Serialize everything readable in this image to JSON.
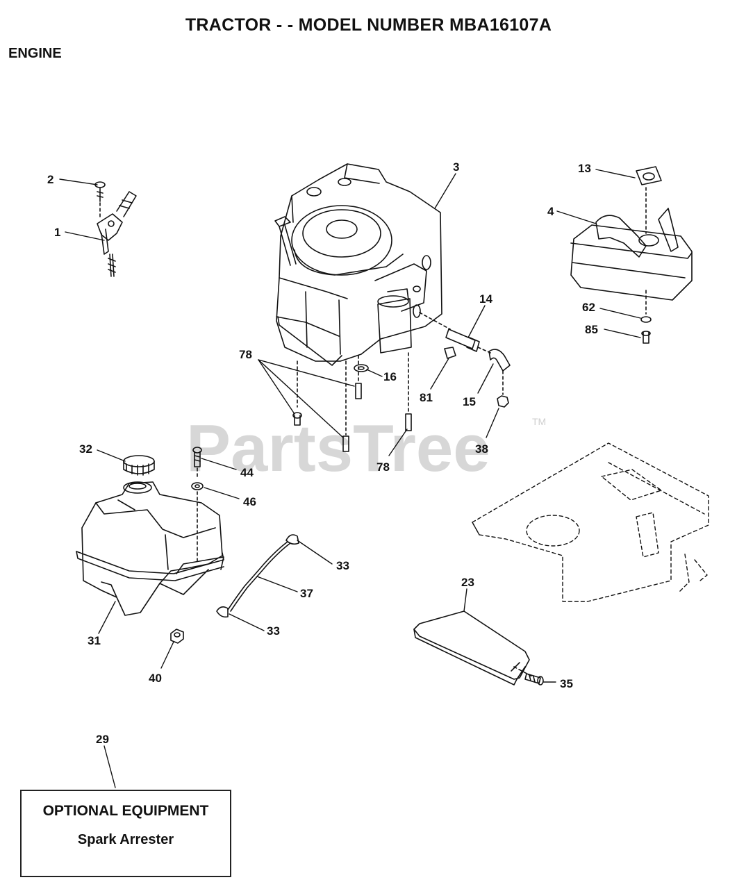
{
  "header": {
    "title": "TRACTOR - - MODEL NUMBER MBA16107A",
    "section": "ENGINE"
  },
  "watermark": {
    "text": "PartsTree",
    "trademark": "TM"
  },
  "callouts": {
    "c1": "1",
    "c2": "2",
    "c3": "3",
    "c4": "4",
    "c13": "13",
    "c14": "14",
    "c15": "15",
    "c16": "16",
    "c23": "23",
    "c29": "29",
    "c31": "31",
    "c32": "32",
    "c33a": "33",
    "c33b": "33",
    "c35": "35",
    "c37": "37",
    "c38": "38",
    "c40": "40",
    "c44": "44",
    "c46": "46",
    "c62": "62",
    "c78a": "78",
    "c78b": "78",
    "c81": "81",
    "c85": "85"
  },
  "optional_box": {
    "heading": "OPTIONAL EQUIPMENT",
    "item": "Spark Arrester"
  }
}
